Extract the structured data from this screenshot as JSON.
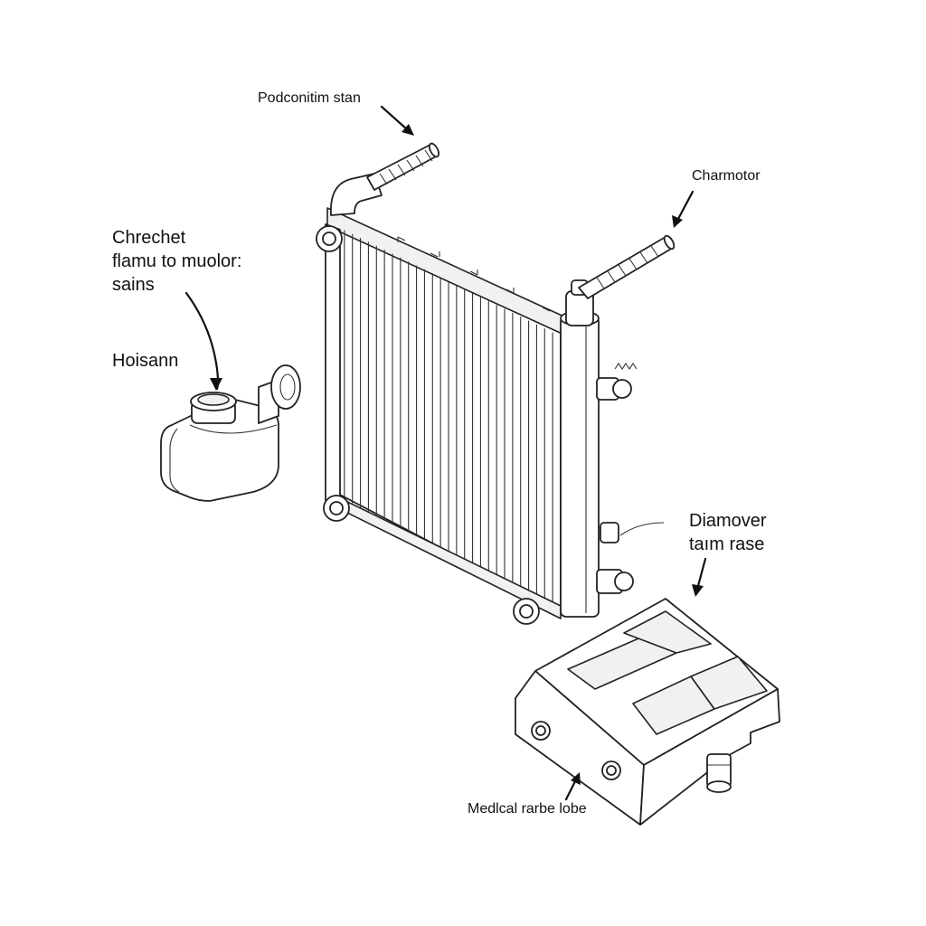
{
  "labels": {
    "top_hose": "Podconitim stan",
    "right_hose": "Charmotor",
    "left_note": [
      "Chrechet",
      "flamu to muolor:",
      "sains"
    ],
    "reservoir": "Hoisann",
    "module_upper": [
      "Diamover",
      "taım rase"
    ],
    "module_lower": "Medlcal rarbe lobe"
  }
}
